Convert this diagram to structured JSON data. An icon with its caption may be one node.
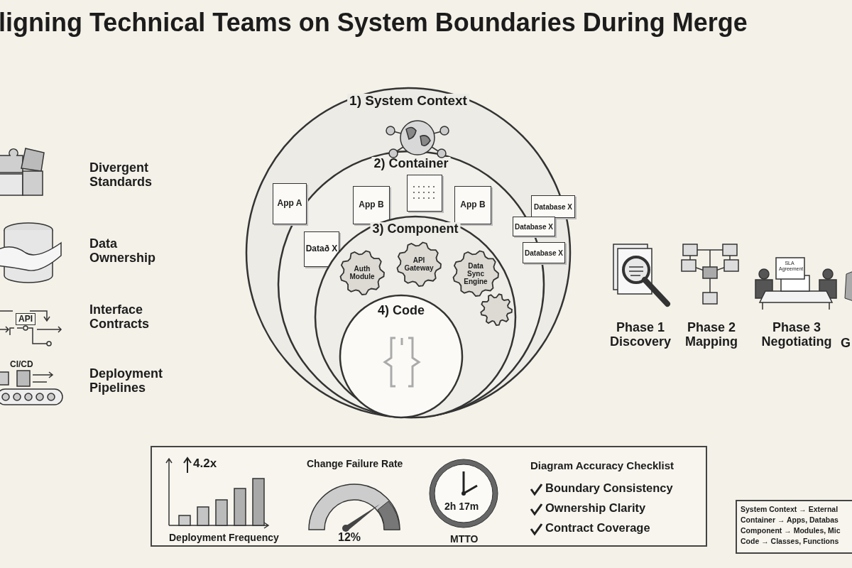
{
  "diagram": {
    "title": "ligning Technical Teams on System Boundaries During Merge",
    "nodes": [
      {
        "text": [
          "1) System Context"
        ]
      },
      {
        "text": [
          "2) Container"
        ],
        "in": 0
      },
      {
        "text": [
          "App A"
        ],
        "in": 0
      },
      {
        "text": [
          "App B"
        ],
        "in": 1
      },
      {
        "text": [],
        "shape": "box",
        "in": 1
      },
      {
        "text": [
          "App B"
        ],
        "in": 1
      },
      {
        "text": [
          "Database X"
        ],
        "in": 0
      },
      {
        "text": [
          "Database X"
        ],
        "in": 0
      },
      {
        "text": [
          "Datað X"
        ],
        "in": 1
      },
      {
        "text": [
          "3) Component"
        ],
        "in": 1
      },
      {
        "text": [
          "Database X"
        ],
        "in": 0
      },
      {
        "text": [
          "Auth Module"
        ],
        "in": 9
      },
      {
        "text": [
          "API Gateway"
        ],
        "in": 9
      },
      {
        "text": [
          "Data Sync Engine"
        ],
        "in": 9
      },
      {
        "text": [],
        "shape": "gear",
        "in": 9
      },
      {
        "text": [
          "4) Code"
        ],
        "in": 9
      },
      {
        "text": [
          "4.2x",
          "Deployment Frequency",
          "Change Failure Rate",
          "12%",
          "2h 17m",
          "MTTO",
          "Diagram Accuracy Checklist",
          "Boundary Consistency",
          "Ownership Clarity",
          "Contract Coverage"
        ]
      },
      {
        "text": [
          "System Context → External",
          "Container → Apps, Databas",
          "Component → Modules, Mic",
          "Code → Classes, Functions"
        ]
      }
    ],
    "labels": [
      "Divergent Standards",
      "Data Ownership",
      "API",
      "Interface Contracts",
      "CI/CD",
      "Deployment Pipelines",
      "SLA Agreement",
      "Phase 1 Discovery",
      "Phase 2 Mapping",
      "Phase 3 Negotiating",
      "G"
    ]
  }
}
